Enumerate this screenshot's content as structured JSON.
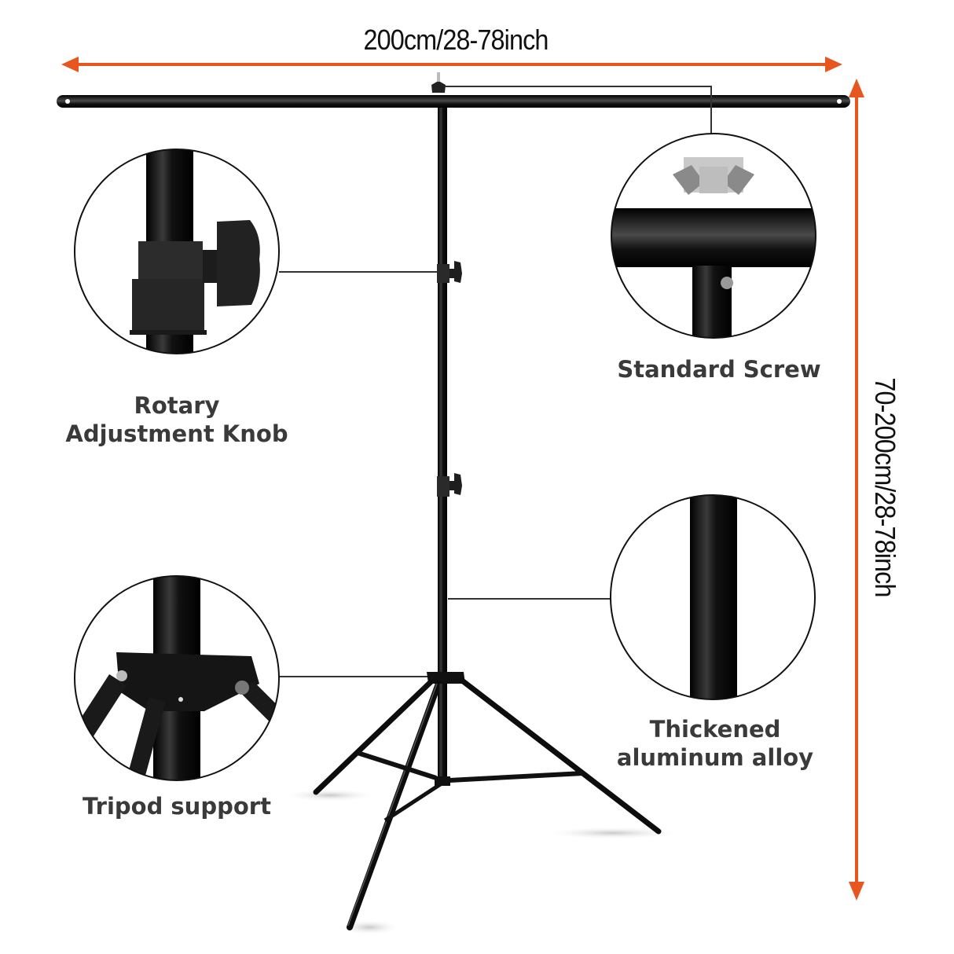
{
  "dimensions": {
    "width_label": "200cm/28-78inch",
    "height_label": "70-200cm/28-78inch",
    "arrow_color": "#e8561f"
  },
  "callouts": [
    {
      "id": "rotary-knob",
      "label_line1": "Rotary",
      "label_line2": "Adjustment Knob"
    },
    {
      "id": "standard-screw",
      "label_line1": "Standard Screw"
    },
    {
      "id": "tripod-support",
      "label_line1": "Tripod support"
    },
    {
      "id": "aluminum-alloy",
      "label_line1": "Thickened",
      "label_line2": "aluminum alloy"
    }
  ],
  "colors": {
    "stand": "#0d0d0d",
    "leader_line": "#333333",
    "label_text": "#3a3a3a",
    "circle_stroke": "#111111"
  }
}
